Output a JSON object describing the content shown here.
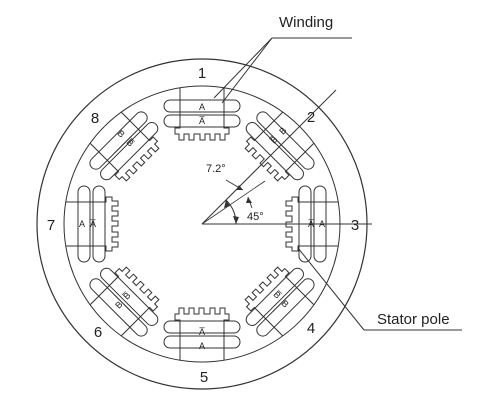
{
  "callouts": {
    "winding": "Winding",
    "stator_pole": "Stator pole"
  },
  "angles": {
    "step": "7.2°",
    "pole": "45°"
  },
  "pole_numbers": [
    "1",
    "2",
    "3",
    "4",
    "5",
    "6",
    "7",
    "8"
  ],
  "coil_labels": {
    "pole_1": {
      "outer": "A",
      "inner": "A̅"
    },
    "pole_2": {
      "outer": "B",
      "inner": "B̅"
    },
    "pole_3": {
      "outer": "A",
      "inner": "A̅"
    },
    "pole_4": {
      "outer": "B",
      "inner": "B̅"
    },
    "pole_5": {
      "outer": "A",
      "inner": "A̅"
    },
    "pole_6": {
      "outer": "B",
      "inner": "B̅"
    },
    "pole_7": {
      "outer": "A",
      "inner": "A̅"
    },
    "pole_8": {
      "outer": "B",
      "inner": "B̅"
    }
  }
}
